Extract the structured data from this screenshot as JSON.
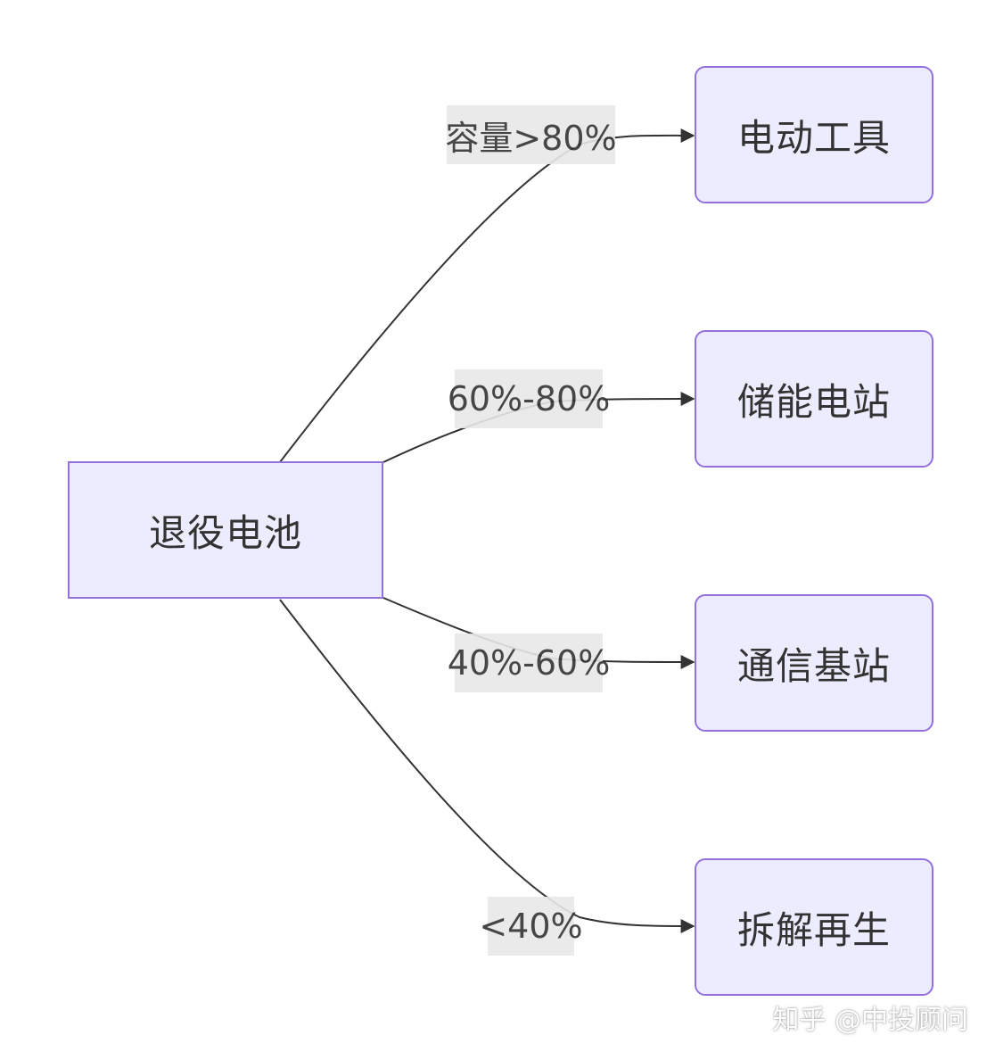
{
  "diagram": {
    "source": {
      "label": "退役电池"
    },
    "targets": [
      {
        "label": "电动工具",
        "edge_label": "容量>80%"
      },
      {
        "label": "储能电站",
        "edge_label": "60%-80%"
      },
      {
        "label": "通信基站",
        "edge_label": "40%-60%"
      },
      {
        "label": "拆解再生",
        "edge_label": "<40%"
      }
    ]
  },
  "colors": {
    "node_fill": "#ececfe",
    "node_border": "#9370db",
    "edge_stroke": "#333333",
    "label_bg": "#e8e8e8"
  },
  "watermark": "知乎 @中投顾问"
}
